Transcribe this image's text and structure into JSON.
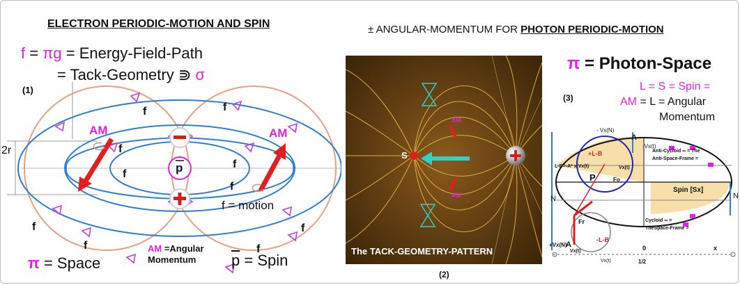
{
  "left": {
    "title": "ELECTRON PERIODIC-MOTION AND SPIN",
    "eq1_f": "f",
    "eq1_mid": " = ",
    "eq1_pig": "πg",
    "eq1_rest": " = Energy-Field-Path",
    "eq2": "= Tack-Geometry ⋑",
    "eq2_sigma": "σ",
    "panel_num": "(1)",
    "label_2r": "2r",
    "am_left": "AM",
    "am_right": "AM",
    "f_labels": [
      "f",
      "f",
      "f",
      "f",
      "f",
      "f",
      "f",
      "f",
      "f",
      "f"
    ],
    "p_bar": "p",
    "minus_sign": "−",
    "plus_sign": "+",
    "f_motion": "f = motion",
    "pi_space_pi": "π",
    "pi_space_rest": " = Space",
    "am_legend_am": "AM",
    "am_legend_rest1": " =Angular",
    "am_legend_rest2": "Momentum",
    "p_spin_p": "p",
    "p_spin_rest": " = Spin"
  },
  "middle": {
    "title_prefix": "± ANGULAR-MOMENTUM FOR ",
    "title_link": "PHOTON PERIODIC-MOTION",
    "s_label": "S",
    "pattern_label": "The TACK-GEOMETRY-PATTERN",
    "panel_num": "(2)",
    "am_mark_top": "AM",
    "am_mark_bottom": "AM"
  },
  "right": {
    "pi_photon_pi": "π",
    "pi_photon_rest": " = Photon-Space",
    "panel_num": "(3)",
    "ls_line1": "L = S = Spin =",
    "ls_line2_am": "AM",
    "ls_line2_rest": " = L = Angular",
    "ls_line3": "Momentum",
    "vx_top": "- Vx(N)",
    "v_top_right": "-Vx(t)",
    "plus_l_b": "+L-B",
    "minus_l_b": "-L-B",
    "vx_left_label": "L-B=-A* x Vx(t)",
    "va_label": "Vx(t)",
    "p_label": "P",
    "a_label_top": "A",
    "a_label_bottom": "A",
    "fr_label": "Fr",
    "fo_label": "Fo",
    "anti_cycloid": "Anti-Cycloid  ∞ = The",
    "anti_space": "Anti-Space-Frame = ",
    "spin_label": "Spin  [Sx]",
    "cycloid1": "Cycloid  ∞ =",
    "cycloid2": "TheSpace-Frame = ",
    "n_left": "N",
    "n_right": "N",
    "vx_bottom_left": "+Vx(N)",
    "zero_label": "0",
    "x_label": "x",
    "vxt_bottom": "Vx(t)",
    "half_label": "1/2",
    "vxt_small": "Vx(t)"
  },
  "colors": {
    "magenta": "#e81ee8",
    "blue_curve": "#2f7fd0",
    "orange_circle": "#e6a080",
    "red_arrow": "#e02020",
    "field_bg": "#5a3a10",
    "field_line": "#f2c04a"
  }
}
